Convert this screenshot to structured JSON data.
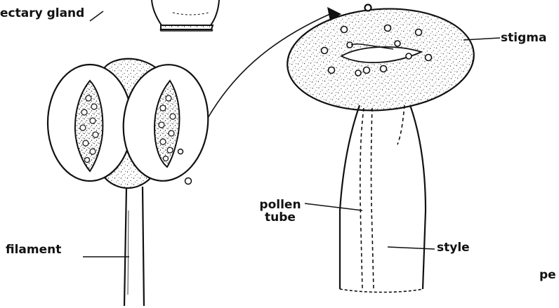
{
  "labels": {
    "nectary_gland": "ectary gland",
    "stigma": "stigma",
    "pollen_tube_line1": "pollen",
    "pollen_tube_line2": "tube",
    "filament": "filament",
    "style": "style",
    "cut_off": "pe"
  },
  "colors": {
    "ink": "#111111",
    "background": "#ffffff"
  }
}
